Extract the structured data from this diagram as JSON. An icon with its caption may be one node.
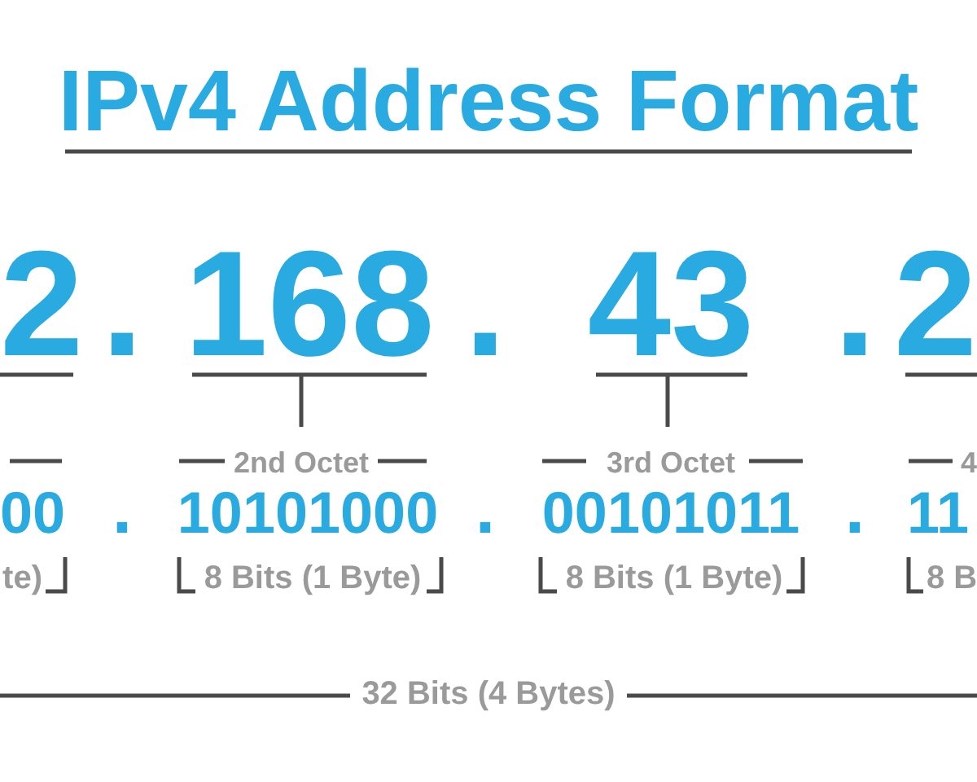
{
  "diagram": {
    "title": "IPv4 Address Format",
    "labels": [
      "2",
      ".",
      "168",
      ".",
      "43",
      ".",
      "2",
      "2nd Octet",
      "3rd Octet",
      "4",
      "00",
      ".",
      "10101000",
      ".",
      "00101011",
      ".",
      "11",
      "te)",
      "8 Bits (1 Byte)",
      "8 Bits (1 Byte)",
      "8 B",
      "32 Bits (4 Bytes)"
    ]
  }
}
